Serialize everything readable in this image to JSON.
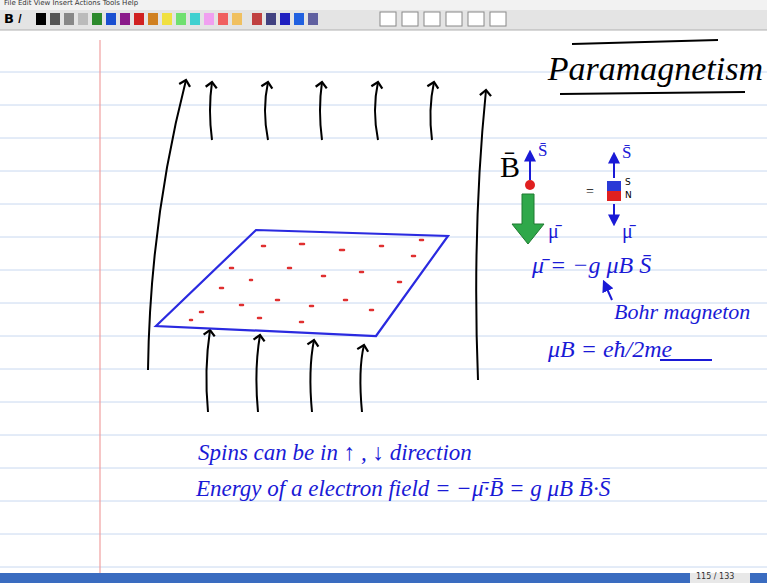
{
  "diagram": {
    "title": "Paramagnetism",
    "labels": [
      "File Edit View Insert Actions Tools Help",
      "B",
      "I",
      "B̄",
      "S̄",
      "S̄",
      "=",
      "S",
      "N",
      "μ̄",
      "μ̄",
      "μ̄ = −g μB S̄",
      "Bohr magneton",
      "μB = eħ/2me",
      "Spins can be in ↑ , ↓ direction",
      "Energy of a electron field = −μ̄·B̄ = g μB B̄·S̄",
      "115 / 133"
    ]
  }
}
